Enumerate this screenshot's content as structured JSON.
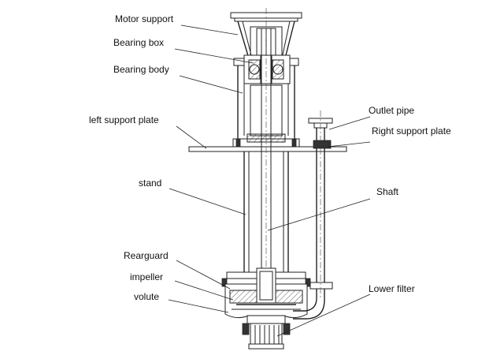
{
  "labels": {
    "motor_support": "Motor support",
    "bearing_box": "Bearing box",
    "bearing_body": "Bearing body",
    "left_support_plate": "left support plate",
    "stand": "stand",
    "rearguard": "Rearguard",
    "impeller": "impeller",
    "volute": "volute",
    "outlet_pipe": "Outlet pipe",
    "right_support_plate": "Right support plate",
    "shaft": "Shaft",
    "lower_filter": "Lower filter"
  }
}
